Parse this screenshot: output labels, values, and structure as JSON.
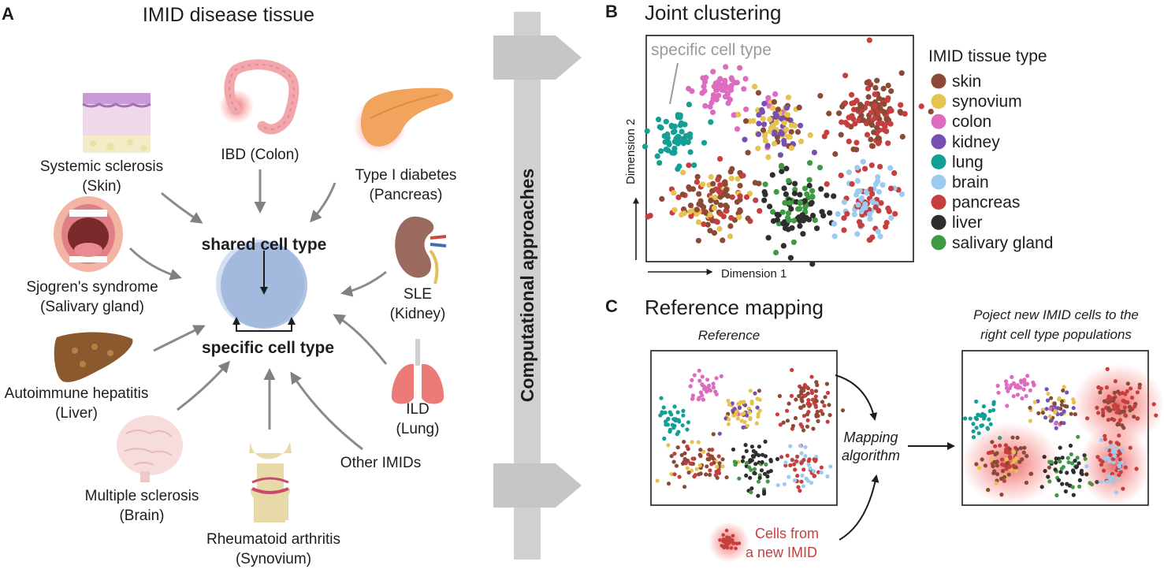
{
  "panelA": {
    "letter": "A",
    "title": "IMID disease tissue",
    "diseases": [
      {
        "name": "Systemic sclerosis",
        "tissue": "(Skin)",
        "icon": "skin-tissue-icon"
      },
      {
        "name": "IBD (Colon)",
        "tissue": "",
        "icon": "colon-icon"
      },
      {
        "name": "Type I diabetes",
        "tissue": "(Pancreas)",
        "icon": "pancreas-icon"
      },
      {
        "name": "Sjogren's syndrome",
        "tissue": "(Salivary gland)",
        "icon": "mouth-icon"
      },
      {
        "name": "SLE",
        "tissue": "(Kidney)",
        "icon": "kidney-icon"
      },
      {
        "name": "Autoimmune hepatitis",
        "tissue": "(Liver)",
        "icon": "liver-icon"
      },
      {
        "name": "ILD",
        "tissue": "(Lung)",
        "icon": "lung-icon"
      },
      {
        "name": "Multiple sclerosis",
        "tissue": "(Brain)",
        "icon": "brain-icon"
      },
      {
        "name": "Rheumatoid arthritis",
        "tissue": "(Synovium)",
        "icon": "joint-icon"
      },
      {
        "name": "Other IMIDs",
        "tissue": "",
        "icon": ""
      }
    ],
    "shared_label": "shared cell type",
    "specific_label": "specific cell type"
  },
  "middle": {
    "label": "Computational approaches",
    "colors": {
      "bar": "#cfd0d1",
      "arrow": "#c5c6c8"
    }
  },
  "panelB": {
    "letter": "B",
    "title": "Joint clustering",
    "annotation": "specific cell type",
    "xlabel": "Dimension 1",
    "ylabel": "Dimension 2",
    "legend_title": "IMID tissue type",
    "legend": [
      {
        "label": "skin",
        "color": "#8b4a36"
      },
      {
        "label": "synovium",
        "color": "#e6c24e"
      },
      {
        "label": "colon",
        "color": "#dd6cc0"
      },
      {
        "label": "kidney",
        "color": "#7a4fb3"
      },
      {
        "label": "lung",
        "color": "#149f94"
      },
      {
        "label": "brain",
        "color": "#9ccbef"
      },
      {
        "label": "pancreas",
        "color": "#c73e3e"
      },
      {
        "label": "liver",
        "color": "#2e2e2e"
      },
      {
        "label": "salivary gland",
        "color": "#3f9a45"
      }
    ]
  },
  "panelC": {
    "letter": "C",
    "title": "Reference mapping",
    "reference_label": "Reference",
    "algorithm_label": [
      "Mapping",
      "algorithm"
    ],
    "projection_label": [
      "Poject new IMID cells to the",
      "right cell type populations"
    ],
    "new_cells_label": [
      "Cells from",
      "a new IMID"
    ],
    "new_cells_color": "#c73e3e"
  }
}
